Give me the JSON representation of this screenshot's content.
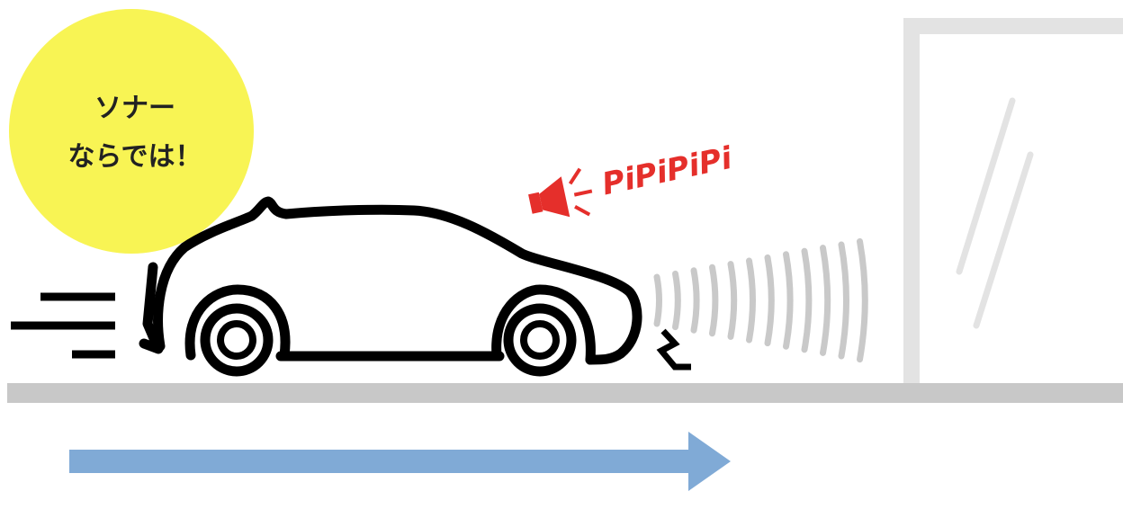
{
  "badge": {
    "line1": "ソナー",
    "line2": "ならでは！",
    "color": "#f8f454"
  },
  "alert": {
    "text": "PiPiPiPi",
    "color": "#e52f2b"
  },
  "colors": {
    "ground": "#c8c8c8",
    "wall": "#e3e3e3",
    "car_outline": "#000000",
    "sonar_waves": "#c9c9c9",
    "direction_arrow": "#80aad6",
    "glass_reflection": "#e3e3e3"
  },
  "icons": {
    "speaker": "speaker-icon",
    "car": "car-icon",
    "speed_lines": "speed-lines-icon",
    "impact": "impact-icon"
  }
}
